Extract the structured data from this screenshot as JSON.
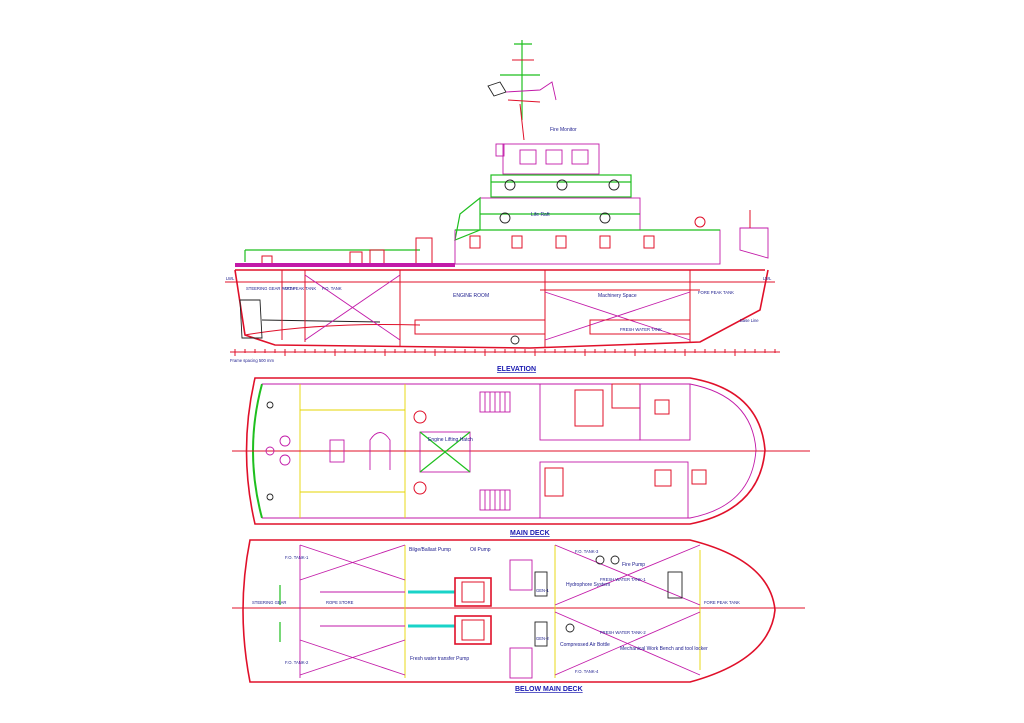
{
  "titles": {
    "elevation": "ELEVATION",
    "main_deck": "MAIN DECK",
    "below_main_deck": "BELOW MAIN DECK"
  },
  "elevation_labels": {
    "fire_monitor": "Fire Monitor",
    "life_raft": "Life Raft",
    "engine_room": "ENGINE ROOM",
    "machinery_space": "Machinery Space",
    "base_line": "Base Line",
    "frame_spacing": "Frame spacing 500 mm",
    "fo_tank": "F.O. TANK",
    "fresh_water_tank": "FRESH WATER TANK",
    "fore_peak_tank": "FORE PEAK TANK",
    "aft_peak_tank": "AFT PEAK TANK",
    "steering_gear": "STEERING GEAR ROOM",
    "lwl": "LWL"
  },
  "main_deck_labels": {
    "engine_lifting_hatch": "Engine Lifting Hatch"
  },
  "below_deck_labels": {
    "fo_tank_1": "F.O. TANK-1",
    "fo_tank_2": "F.O. TANK-2",
    "fo_tank_3": "F.O. TANK-3",
    "fo_tank_4": "F.O. TANK-4",
    "bilge_ballast_pump": "Bilge/Ballast Pump",
    "oil_pump": "Oil Pump",
    "fire_pump": "Fire Pump",
    "hydrophore_system": "Hydrophore System",
    "fresh_water_tank_1": "FRESH WATER TANK-1",
    "fresh_water_tank_2": "FRESH WATER TANK-2",
    "gen_1": "GEN-1",
    "gen_2": "GEN-2",
    "compressed_air_bottle": "Compressed Air Bottle",
    "mechanical_workshop": "Mechanical Work Bench and tool locker",
    "fresh_water_pump": "Fresh water transfer Pump",
    "rope_store": "ROPE STORE",
    "steering_gear": "STEERING GEAR",
    "fore_peak_tank": "FORE PEAK TANK"
  },
  "colors": {
    "red": "#e0102a",
    "magenta": "#c21aa8",
    "green": "#1fbf1f",
    "yellow": "#e6d400",
    "cyan": "#19d3c8",
    "title_blue": "#1a1ab0"
  }
}
